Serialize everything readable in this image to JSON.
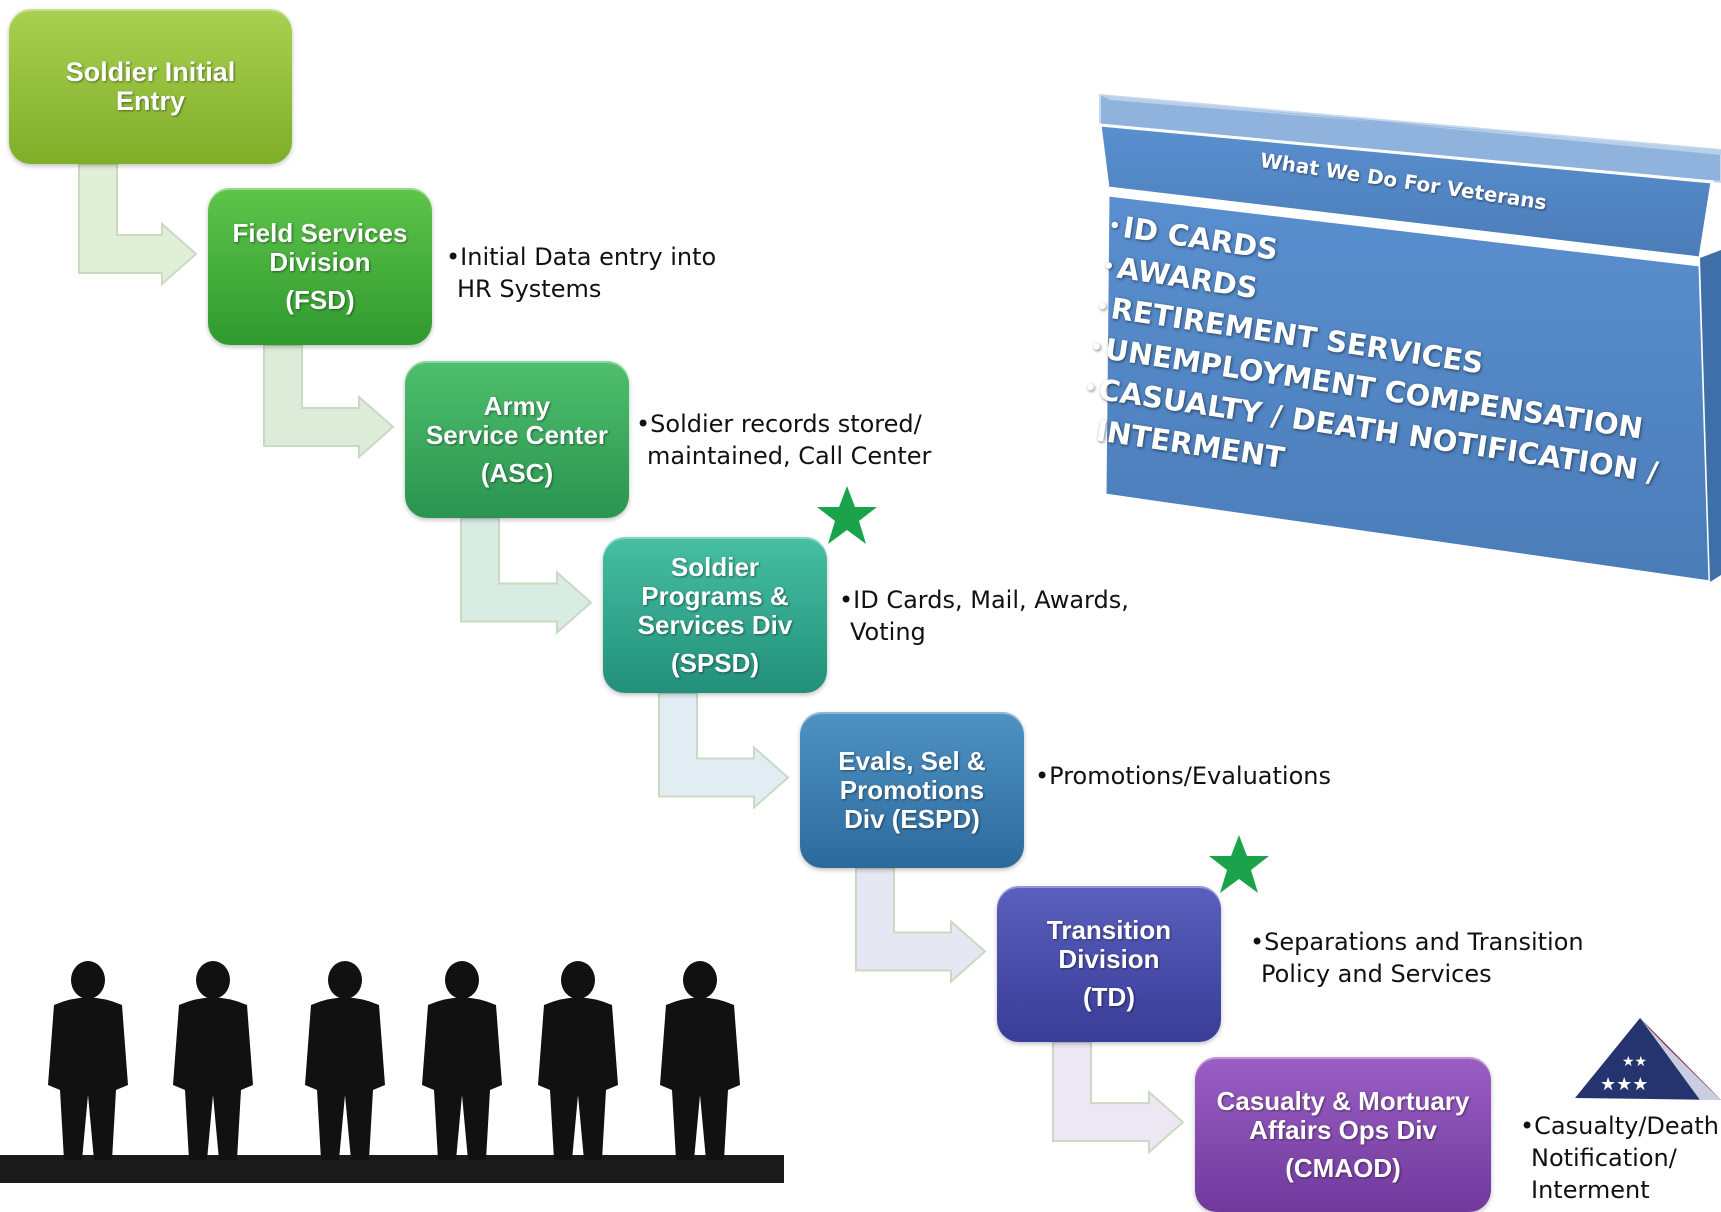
{
  "steps": [
    {
      "id": "entry",
      "lines": [
        "Soldier Initial",
        "Entry"
      ],
      "abbr": "",
      "color_top": "#a9d051",
      "color_bottom": "#7fae28",
      "desc": []
    },
    {
      "id": "fsd",
      "lines": [
        "Field Services",
        "Division"
      ],
      "abbr": "(FSD)",
      "color_top": "#5ec44a",
      "color_bottom": "#2f9a2e",
      "desc": [
        "•Initial Data entry into",
        "HR Systems"
      ]
    },
    {
      "id": "asc",
      "lines": [
        "Army",
        "Service Center"
      ],
      "abbr": "(ASC)",
      "color_top": "#4fbf6c",
      "color_bottom": "#2a9450",
      "desc": [
        "•Soldier records stored/",
        "maintained, Call Center"
      ]
    },
    {
      "id": "spsd",
      "lines": [
        "Soldier",
        "Programs &",
        "Services Div"
      ],
      "abbr": "(SPSD)",
      "color_top": "#46bfa2",
      "color_bottom": "#22907a",
      "desc": [
        "•ID Cards, Mail, Awards,",
        "Voting"
      ]
    },
    {
      "id": "espd",
      "lines": [
        "Evals, Sel &",
        "Promotions",
        "Div (ESPD)"
      ],
      "abbr": "",
      "color_top": "#4f92c4",
      "color_bottom": "#2c6a9c",
      "desc": [
        "•Promotions/Evaluations"
      ]
    },
    {
      "id": "td",
      "lines": [
        "Transition",
        "Division"
      ],
      "abbr": "(TD)",
      "color_top": "#5a5fbd",
      "color_bottom": "#393d97",
      "desc": [
        "•Separations and Transition",
        "Policy and Services"
      ]
    },
    {
      "id": "cmaod",
      "lines": [
        "Casualty & Mortuary",
        "Affairs Ops Div"
      ],
      "abbr": "(CMAOD)",
      "color_top": "#9b5fc4",
      "color_bottom": "#70399c",
      "desc": [
        "•Casualty/Death",
        "Notification/",
        "Interment"
      ]
    }
  ],
  "veterans": {
    "title": "What We Do For Veterans",
    "items": [
      "ID CARDS",
      "AWARDS",
      "RETIREMENT SERVICES",
      "UNEMPLOYMENT COMPENSATION",
      "CASUALTY / DEATH NOTIFICATION /"
    ],
    "continuation": "INTERMENT",
    "color": "#4f81bd"
  },
  "icons": {
    "star": "star-icon",
    "flag": "folded-flag-icon",
    "silhouette": "soldiers-silhouette",
    "star_color": "#1aa34a"
  }
}
